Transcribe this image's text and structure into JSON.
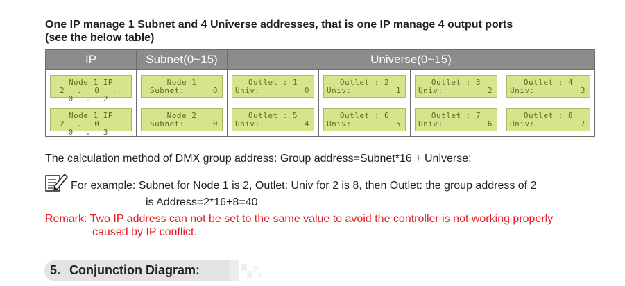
{
  "heading": {
    "line1": "One IP manage 1 Subnet and 4 Universe addresses, that is one IP manage 4 output ports",
    "line2": "(see the below table)"
  },
  "table": {
    "headers": {
      "ip": "IP",
      "subnet": "Subnet(0~15)",
      "universe": "Universe(0~15)"
    },
    "rows": [
      {
        "ip": {
          "line1": "Node 1 IP",
          "line2": "2 . 0 . 0 . 2"
        },
        "subnet": {
          "line1": "Node 1",
          "label": "Subnet:",
          "value": "0"
        },
        "outlets": [
          {
            "line1": "Outlet : 1",
            "label": "Univ:",
            "value": "0"
          },
          {
            "line1": "Outlet : 2",
            "label": "Univ:",
            "value": "1"
          },
          {
            "line1": "Outlet : 3",
            "label": "Univ:",
            "value": "2"
          },
          {
            "line1": "Outlet : 4",
            "label": "Univ:",
            "value": "3"
          }
        ]
      },
      {
        "ip": {
          "line1": "Node 1 IP",
          "line2": "2 . 0 . 0 . 3"
        },
        "subnet": {
          "line1": "Node 2",
          "label": "Subnet:",
          "value": "0"
        },
        "outlets": [
          {
            "line1": "Outlet : 5",
            "label": "Univ:",
            "value": "4"
          },
          {
            "line1": "Outlet : 6",
            "label": "Univ:",
            "value": "5"
          },
          {
            "line1": "Outlet : 7",
            "label": "Univ:",
            "value": "6"
          },
          {
            "line1": "Outlet : 8",
            "label": "Univ:",
            "value": "7"
          }
        ]
      }
    ]
  },
  "calculation": "The calculation method of DMX group address: Group address=Subnet*16 + Universe:",
  "example": {
    "line1": "For example: Subnet for Node 1 is 2, Outlet: Univ for 2 is 8, then Outlet: the group address of 2",
    "line2": "is Address=2*16+8=40"
  },
  "remark": {
    "line1": "Remark: Two IP address can not be set to the same value to avoid the controller is not working properly",
    "line2": "caused by IP conflict."
  },
  "section": {
    "number": "5.",
    "title": "Conjunction Diagram:"
  },
  "colors": {
    "header_bg": "#8c8c8c",
    "lcd_bg": "#d6e48c",
    "remark": "#e31e24",
    "text": "#231f20"
  },
  "icons": {
    "note": "note-pencil-icon"
  }
}
